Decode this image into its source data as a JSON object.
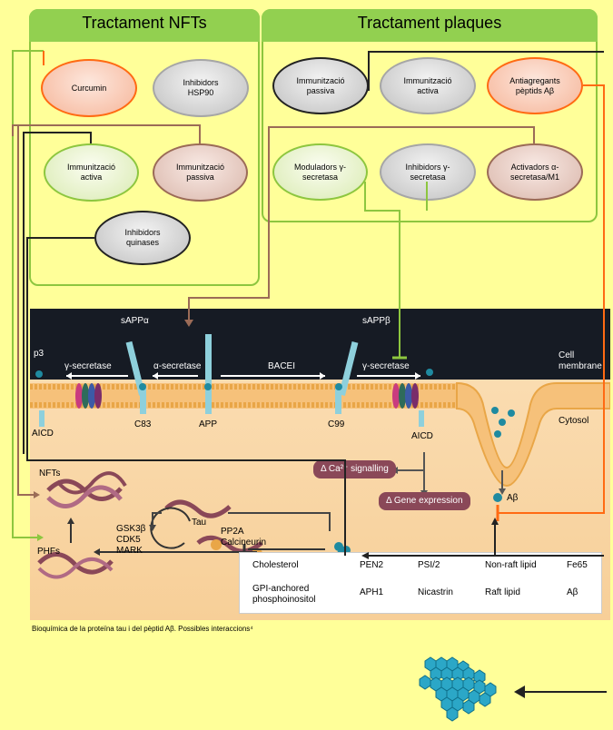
{
  "panels": {
    "nfts_title": "Tractament NFTs",
    "plaques_title": "Tractament plaques"
  },
  "ovals": {
    "curcumin": "Curcumin",
    "hsp90": "Inhibidors HSP90",
    "imm_activa_nft": "Immunització activa",
    "imm_passiva_nft": "Immunització passiva",
    "quinases": "Inhibidors quinases",
    "imm_passiva_pl": "Immunització passiva",
    "imm_activa_pl": "Immunització activa",
    "antiagregants": "Antiagregants pèptids Aβ",
    "moduladors": "Moduladors γ-secretasa",
    "inhibidors_gs": "Inhibidors γ-secretasa",
    "activadors": "Activadors α-secretasa/M1"
  },
  "figure": {
    "sappa": "sAPPα",
    "sappb": "sAPPβ",
    "p3": "p3",
    "gsec1": "γ-secretase",
    "asec": "α-secretase",
    "bace": "BACEI",
    "gsec2": "γ-secretase",
    "cell_membrane": "Cell membrane",
    "aicd1": "AICD",
    "c83": "C83",
    "app": "APP",
    "c99": "C99",
    "aicd2": "AICD",
    "cytosol": "Cytosol",
    "nfts": "NFTs",
    "phfs": "PHFs",
    "tau": "Tau",
    "kinases": "GSK3β\nCDK5\nMARK",
    "pp2a": "PP2A\nCalcineurin",
    "ca_signalling": "Δ Ca²⁺ signalling",
    "gene_expression": "Δ Gene expression",
    "abeta": "Aβ",
    "p_mark": "P"
  },
  "legend": {
    "cholesterol": "Cholesterol",
    "pen2": "PEN2",
    "psi2": "PSI/2",
    "nonraft": "Non-raft lipid",
    "fe65": "Fe65",
    "gpi": "GPI-anchored\nphosphoinositol",
    "aph1": "APH1",
    "nicastrin": "Nicastrin",
    "raft": "Raft lipid",
    "abeta": "Aβ"
  },
  "caption": "Bioquímica de la proteïna tau i del pèptid Aβ. Possibles interaccions⁴",
  "colors": {
    "background": "#ffff99",
    "panel_border": "#8dc63f",
    "header": "#92d050",
    "orange_line": "#ff6a13",
    "brown_line": "#9b6b57",
    "green_line": "#8dc63f"
  }
}
